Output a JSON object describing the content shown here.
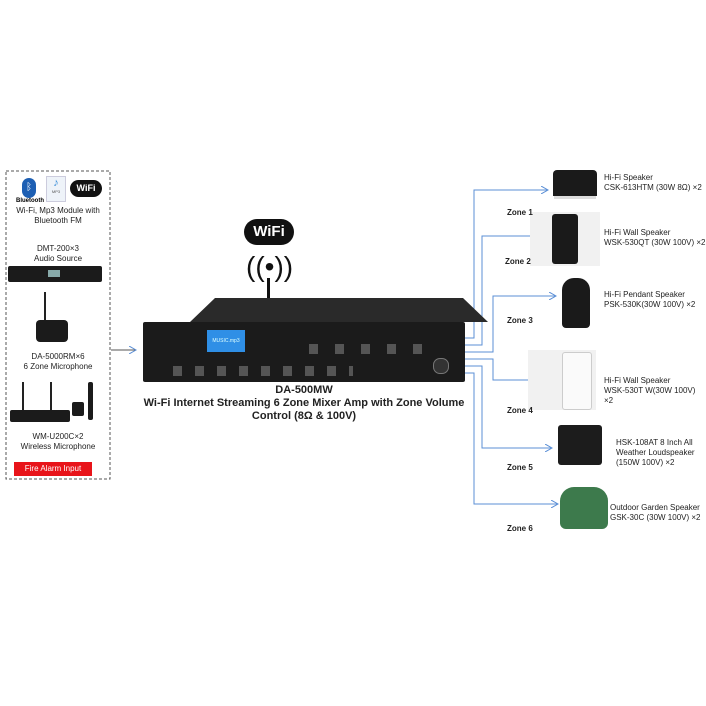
{
  "sources": {
    "bt_label": "Bluetooth",
    "mp3_label": "MP3",
    "wifi_label": "WiFi",
    "module_label": "Wi-Fi, Mp3 Module with Bluetooth FM",
    "dmt_model": "DMT-200×3",
    "dmt_desc": "Audio Source",
    "mic_model": "DA-5000RM×6",
    "mic_desc": "6 Zone Microphone",
    "wireless_model": "WM-U200C×2",
    "wireless_desc": "Wireless  Microphone",
    "fire_alarm": "Fire Alarm Input"
  },
  "amp": {
    "wifi_logo": "WiFi",
    "model": "DA-500MW",
    "desc_line1": "Wi-Fi Internet Streaming 6 Zone  Mixer Amp with Zone Volume",
    "desc_line2": "Control (8Ω & 100V)",
    "screen_text": "MUSIC.mp3"
  },
  "zones": [
    {
      "zone": "Zone 1",
      "line1": "Hi-Fi Speaker",
      "line2": "CSK-613HTM (30W 8Ω) ×2",
      "line3": ""
    },
    {
      "zone": "Zone 2",
      "line1": "Hi-Fi Wall Speaker",
      "line2": "WSK-530QT (30W 100V) ×2",
      "line3": ""
    },
    {
      "zone": "Zone 3",
      "line1": "Hi-Fi Pendant Speaker",
      "line2": "PSK-530K(30W 100V) ×2",
      "line3": ""
    },
    {
      "zone": "Zone 4",
      "line1": "Hi-Fi Wall Speaker",
      "line2": "WSK-530T W(30W 100V) ×2",
      "line3": ""
    },
    {
      "zone": "Zone 5",
      "line1": "HSK-108AT 8 Inch All",
      "line2": "Weather Loudspeaker",
      "line3": "(150W 100V) ×2"
    },
    {
      "zone": "Zone 6",
      "line1": "Outdoor Garden Speaker",
      "line2": "GSK-30C (30W 100V) ×2",
      "line3": ""
    }
  ],
  "colors": {
    "line": "#5b8fd6",
    "fire": "#e8141a",
    "garden": "#3d7a4c"
  }
}
